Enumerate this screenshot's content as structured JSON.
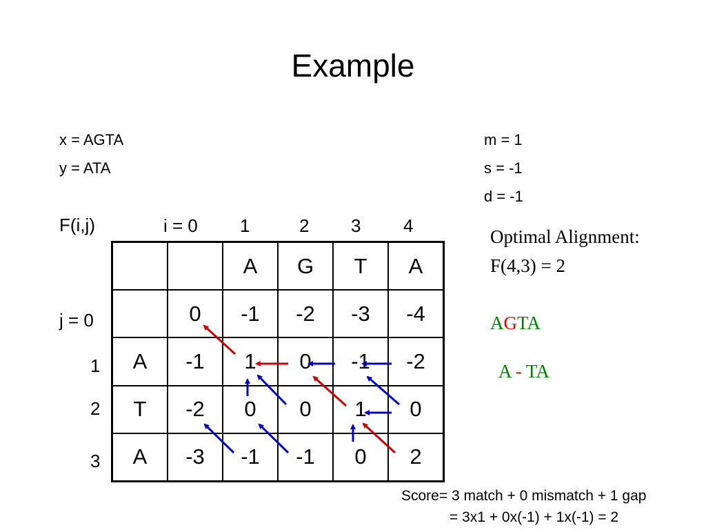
{
  "title": "Example",
  "sequences": {
    "x": "x = AGTA",
    "y": "y = ATA"
  },
  "params": {
    "m": "m =  1",
    "s": "s  = -1",
    "d": "d  = -1"
  },
  "matrix_label": "F(i,j)",
  "col_indices": [
    "i = 0",
    "1",
    "2",
    "3",
    "4"
  ],
  "row_indices": [
    "j = 0",
    "1",
    "2",
    "3"
  ],
  "table": {
    "rows": [
      [
        "",
        "",
        "A",
        "G",
        "T",
        "A"
      ],
      [
        "",
        "0",
        "-1",
        "-2",
        "-3",
        "-4"
      ],
      [
        "A",
        "-1",
        "1",
        "0",
        "-1",
        "-2"
      ],
      [
        "T",
        "-2",
        "0",
        "0",
        "1",
        "0"
      ],
      [
        "A",
        "-3",
        "-1",
        "-1",
        "0",
        "2"
      ]
    ]
  },
  "optimal": {
    "heading": "Optimal Alignment:",
    "value": "F(4,3) = 2",
    "top": [
      {
        "ch": "A",
        "color": "#008000"
      },
      {
        "ch": "G",
        "color": "#e00000"
      },
      {
        "ch": "T",
        "color": "#008000"
      },
      {
        "ch": "A",
        "color": "#008000"
      }
    ],
    "bottom": [
      {
        "ch": "A ",
        "color": "#008000"
      },
      {
        "ch": "-",
        "color": "#e00000"
      },
      {
        "ch": " TA",
        "color": "#008000"
      }
    ]
  },
  "score": {
    "line1": "Score= 3 match + 0 mismatch + 1 gap",
    "line2": "= 3x1 + 0x(-1) + 1x(-1) = 2"
  },
  "colors": {
    "traceback": "#cc0000",
    "other": "#0000cc"
  }
}
